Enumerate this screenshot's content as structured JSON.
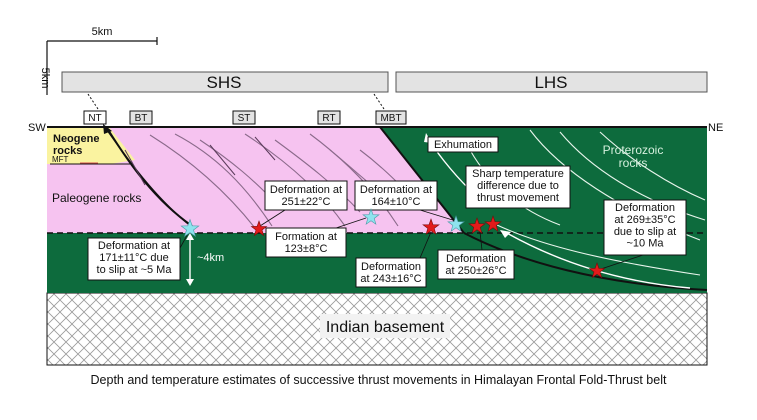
{
  "scale": {
    "horizontal": "5km",
    "vertical": "5km"
  },
  "banners": {
    "left": "SHS",
    "right": "LHS"
  },
  "directions": {
    "left": "SW",
    "right": "NE"
  },
  "thrusts": [
    "NT",
    "BT",
    "ST",
    "RT",
    "MBT"
  ],
  "units": {
    "neogene": "Neogene\nrocks",
    "mft": "MFT",
    "paleogene": "Paleogene rocks",
    "proterozoic": "Proterozoic\nrocks",
    "basement": "Indian basement"
  },
  "annotations": {
    "exhumation": "Exhumation",
    "sharp_temp": "Sharp temperature\ndifference due to\nthrust movement",
    "depth": "~4km"
  },
  "estimates": {
    "d171": "Deformation at\n171±11°C due\nto slip at ~5 Ma",
    "d251": "Deformation at\n251±22°C",
    "f123": "Formation at\n123±8°C",
    "d164": "Deformation at\n164±10°C",
    "d243": "Deformation\nat 243±16°C",
    "d250": "Deformation\nat 250±26°C",
    "d269": "Deformation\nat 269±35°C\ndue to slip at\n~10 Ma"
  },
  "caption": "Depth and temperature estimates of successive thrust movements in Himalayan Frontal Fold-Thrust belt",
  "colors": {
    "pink": "#f6c3f0",
    "green": "#0d6b3d",
    "neogene_yellow": "#faf3a0",
    "banner_gray": "#e3e3e3",
    "star_red": "#e21b1b",
    "star_cyan": "#8fe3ee"
  }
}
